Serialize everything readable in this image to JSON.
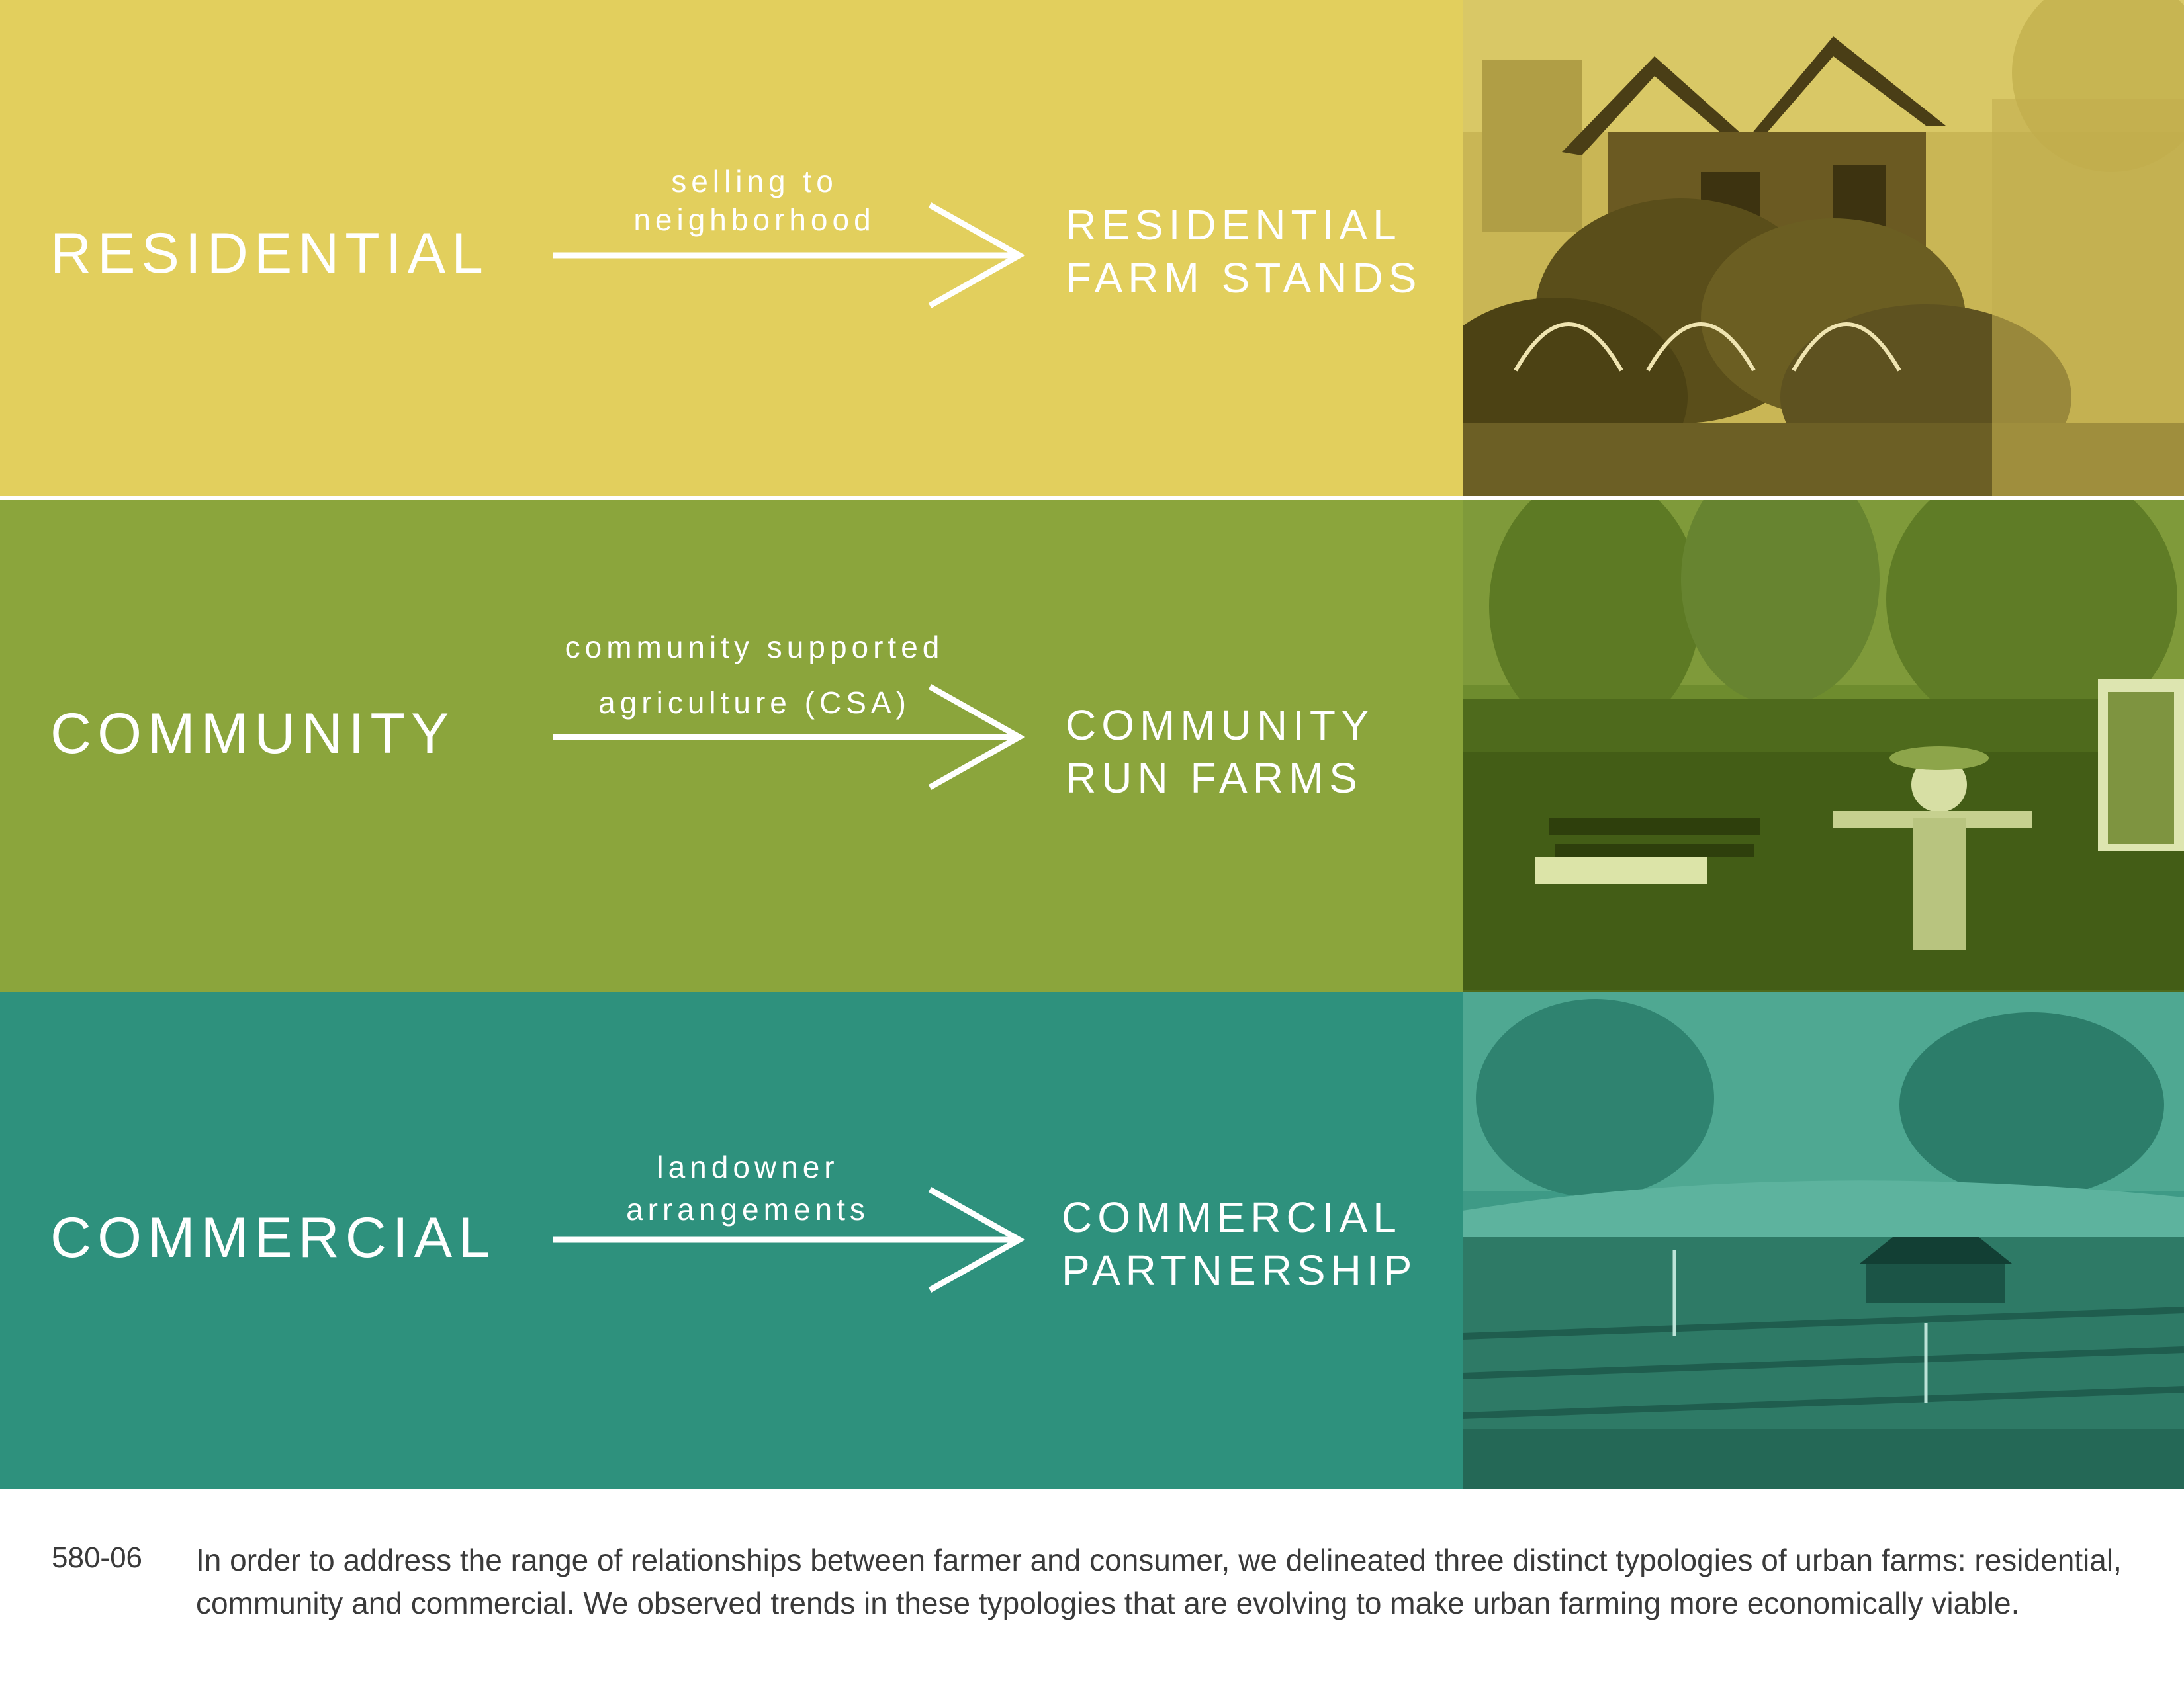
{
  "rows": [
    {
      "category": "RESIDENTIAL",
      "relationship": [
        "selling to",
        "neighborhood"
      ],
      "result": [
        "RESIDENTIAL",
        "FARM STANDS"
      ],
      "color": "#E2CF5D",
      "photo_icon": "garden-shed-photo"
    },
    {
      "category": "COMMUNITY",
      "relationship": [
        "community supported",
        "agriculture (CSA)"
      ],
      "result": [
        "COMMUNITY",
        "RUN FARMS"
      ],
      "color": "#8BA53C",
      "photo_icon": "scarecrow-garden-photo"
    },
    {
      "category": "COMMERCIAL",
      "relationship": [
        "landowner",
        "arrangements"
      ],
      "result": [
        "COMMERCIAL",
        "PARTNERSHIP"
      ],
      "color": "#2E917D",
      "photo_icon": "farm-field-gazebo-photo"
    }
  ],
  "caption": {
    "figure_number": "580-06",
    "text": "In order to address the range of relationships between farmer and consumer, we delineated three distinct typologies of urban farms: residential, community and commercial. We observed trends in these typologies that are evolving to make urban farming more economically viable."
  }
}
